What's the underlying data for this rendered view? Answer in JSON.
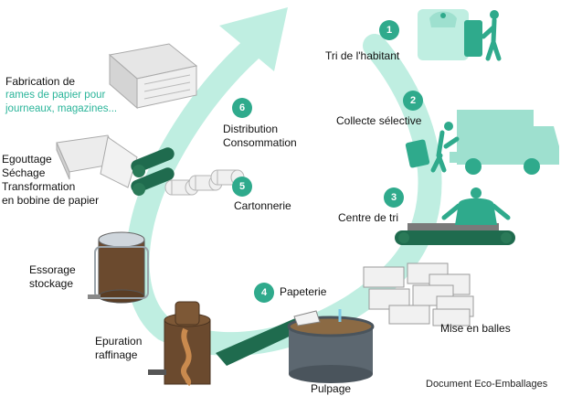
{
  "steps": [
    {
      "number": "1",
      "label": "Tri de l'habitant"
    },
    {
      "number": "2",
      "label": "Collecte sélective"
    },
    {
      "number": "3",
      "label": "Centre de tri"
    },
    {
      "number": "4",
      "label": "Papeterie"
    },
    {
      "number": "5",
      "label": "Cartonnerie"
    },
    {
      "number": "6",
      "label_lines": [
        "Distribution",
        "Consommation"
      ]
    }
  ],
  "stages": {
    "fabrication": {
      "title": "Fabrication de",
      "detail_lines": [
        "rames de papier pour",
        "journeaux, magazines..."
      ]
    },
    "egouttage": {
      "lines": [
        "Egouttage",
        "Séchage",
        "Transformation",
        "en bobine de papier"
      ]
    },
    "essorage": {
      "lines": [
        "Essorage",
        "stockage"
      ]
    },
    "epuration": {
      "lines": [
        "Epuration",
        "raffinage"
      ]
    },
    "pulpage": "Pulpage",
    "mise_en_balles": "Mise en balles"
  },
  "credit": "Document Eco-Emballages",
  "colors": {
    "teal": "#2faa8c",
    "light_teal": "#9ee0cf",
    "dark_green": "#1f6b4e",
    "arrow": "#bfeee1",
    "brown": "#6b4a2e"
  }
}
